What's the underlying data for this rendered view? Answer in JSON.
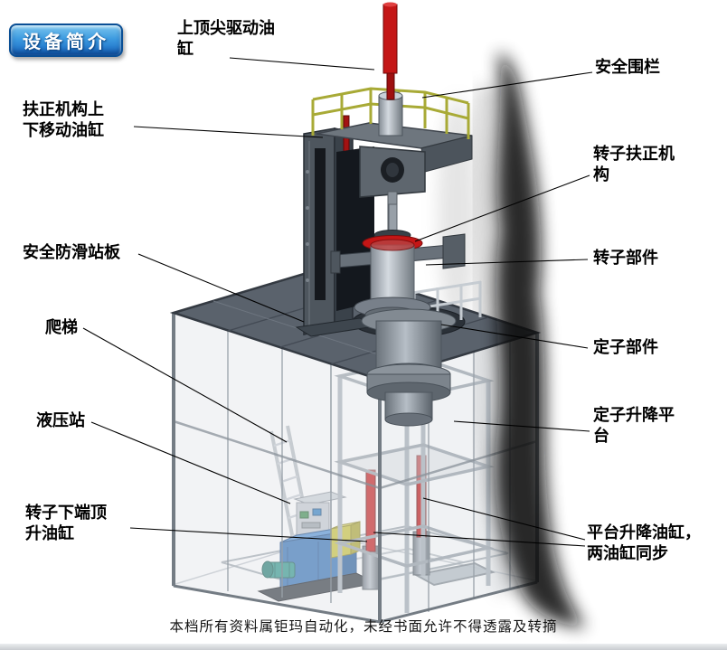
{
  "page": {
    "footer": "本档所有资料属钜玛自动化，未经书面允许不得透露及转摘"
  },
  "badge": {
    "label": "设备简介"
  },
  "callouts": [
    {
      "name": "top-center-drive-cylinder",
      "text": "上顶尖驱动油缸"
    },
    {
      "name": "safety-fence",
      "text": "安全围栏"
    },
    {
      "name": "centering-mechanism-lift-cylinder",
      "text": "扶正机构上下移动油缸"
    },
    {
      "name": "rotor-centering-mechanism",
      "text": "转子扶正机构"
    },
    {
      "name": "safety-anti-slip-platform",
      "text": "安全防滑站板"
    },
    {
      "name": "rotor-component",
      "text": "转子部件"
    },
    {
      "name": "ladder",
      "text": "爬梯"
    },
    {
      "name": "stator-component",
      "text": "定子部件"
    },
    {
      "name": "hydraulic-station",
      "text": "液压站"
    },
    {
      "name": "stator-lifting-platform",
      "text": "定子升降平台"
    },
    {
      "name": "rotor-bottom-jacking-cylinder",
      "text": "转子下端顶升油缸"
    },
    {
      "name": "platform-lifting-cylinders",
      "text": "平台升降油缸，两油缸同步"
    }
  ],
  "colors": {
    "badge-blue-light": "#7cc6ee",
    "badge-blue-dark": "#1565c0",
    "cylinder-red": "#c41616",
    "railing-yellow": "#a8aa36",
    "hydraulic-blue": "#2f6fb5",
    "hydraulic-yellow": "#c9c135",
    "motor-teal": "#2a9488",
    "platform-gray": "#5a626c",
    "label-text": "#000000"
  }
}
